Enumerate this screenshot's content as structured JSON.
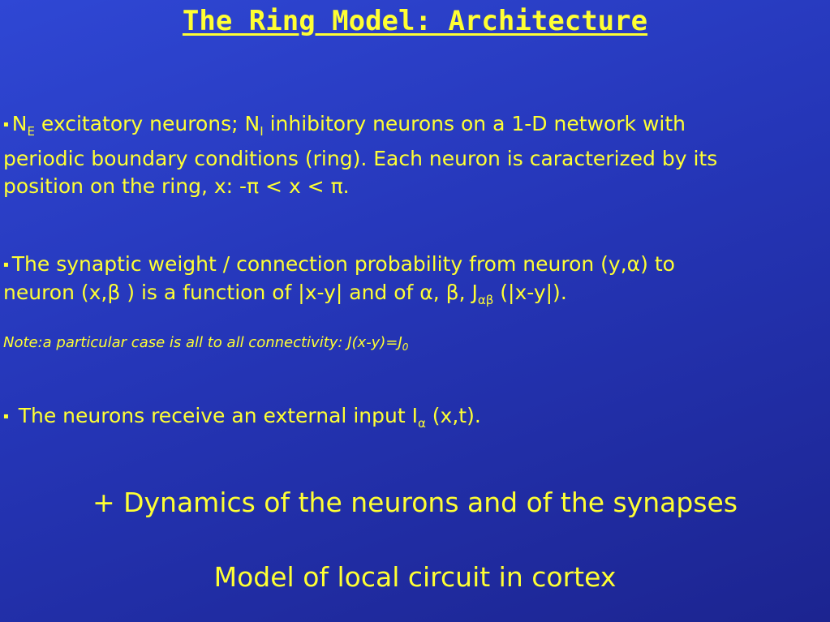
{
  "slide": {
    "title": "The Ring Model: Architecture",
    "bullets": {
      "b1_ne": "N",
      "b1_ne_sub": "E",
      "b1_text1": " excitatory neurons; N",
      "b1_ni_sub": "I",
      "b1_text2": " inhibitory neurons on a 1-D  network with",
      "b1_line2": "periodic boundary conditions (ring). Each neuron is caracterized by its",
      "b1_line3": "position on the ring, x:  -π < x < π.",
      "b2_line1": "The synaptic weight / connection probability from neuron (y,α) to",
      "b2_glyph": "",
      "b2_line2a": "neuron (x,β )  ",
      "b2_glyph2": "",
      "b2_line2b": "is a function of |x-y| and of  α, β,  J",
      "b2_sub": "αβ",
      "b2_line2c": " (|x-y|).",
      "note_text": "Note:a particular case is all to all connectivity: J(x-y)=J",
      "note_sub": "0",
      "b3_text": " The neurons receive an external input I",
      "b3_sub": "α",
      "b3_tail": " (x,t)."
    },
    "dynamics_line": "+ Dynamics of the neurons and of the synapses",
    "model_line": "Model of local circuit in cortex",
    "bullet_symbol": "▪"
  },
  "colors": {
    "background_top": "#2f47d4",
    "background_bottom": "#1c2490",
    "text": "#ffff33"
  }
}
